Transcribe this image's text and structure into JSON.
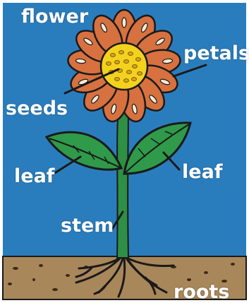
{
  "labels": {
    "flower": "flower",
    "petals": "petals",
    "seeds": "seeds",
    "leaf_left": "leaf",
    "leaf_right": "leaf",
    "stem": "stem",
    "roots": "roots"
  },
  "colors": {
    "sky": "#2a7dbd",
    "soil": "#a8875a",
    "petal": "#d7713f",
    "center": "#f3d21e",
    "seed": "#d9a21c",
    "leaf": "#2f9a4a",
    "stem": "#2f8f45",
    "outline": "#1a1a1a",
    "label": "#ffffff"
  },
  "icons": [
    "flower-head-graphic",
    "leaf-graphic",
    "stem-graphic",
    "roots-graphic"
  ]
}
